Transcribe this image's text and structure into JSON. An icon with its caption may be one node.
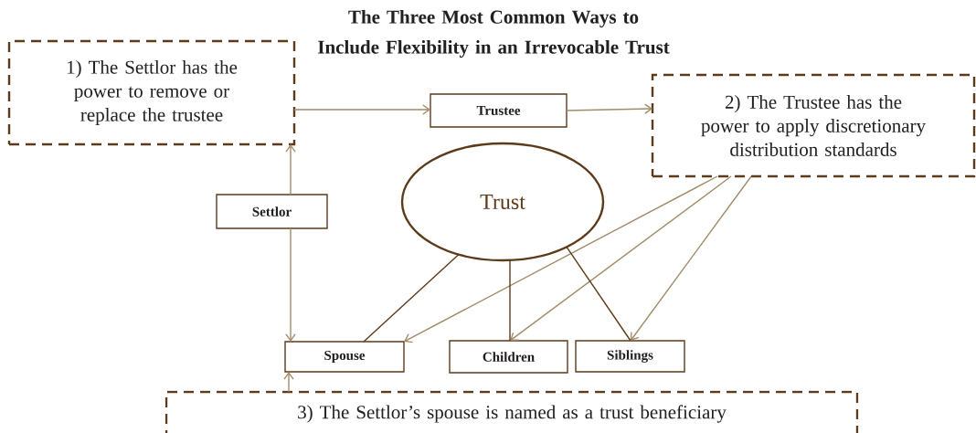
{
  "diagram": {
    "title": "The Three Most Common Ways to Include Flexibility in an Irrevocable Trust",
    "nodes": [
      {
        "text": [
          "1) The Settlor has the power to remove or replace the trustee"
        ]
      },
      {
        "text": [
          "Trustee"
        ]
      },
      {
        "text": [
          "2) The Trustee has the power to apply discretionary distribution standards"
        ]
      },
      {
        "text": [
          "Settlor"
        ]
      },
      {
        "text": [
          "Trust"
        ]
      },
      {
        "text": [
          "Spouse"
        ]
      },
      {
        "text": [
          "Children"
        ]
      },
      {
        "text": [
          "Siblings"
        ]
      },
      {
        "text": [
          "3) The Settlor’s spouse is named as a trust beneficiary"
        ]
      }
    ],
    "edges": [
      {
        "from": 0,
        "to": 1,
        "arrow": "to"
      },
      {
        "from": 1,
        "to": 2,
        "arrow": "to"
      },
      {
        "from": 3,
        "to": 0,
        "arrow": "to"
      },
      {
        "from": 3,
        "to": 5,
        "arrow": "to"
      },
      {
        "from": 8,
        "to": 5,
        "arrow": "to"
      },
      {
        "from": 2,
        "to": 5,
        "arrow": "to"
      },
      {
        "from": 2,
        "to": 6,
        "arrow": "to"
      },
      {
        "from": 2,
        "to": 7,
        "arrow": "to"
      },
      {
        "from": 4,
        "to": 5,
        "arrow": "none",
        "color": "#5c3a1a"
      },
      {
        "from": 4,
        "to": 6,
        "arrow": "none",
        "color": "#5c3a1a"
      },
      {
        "from": 4,
        "to": 7,
        "arrow": "none",
        "color": "#5c3a1a"
      }
    ]
  }
}
